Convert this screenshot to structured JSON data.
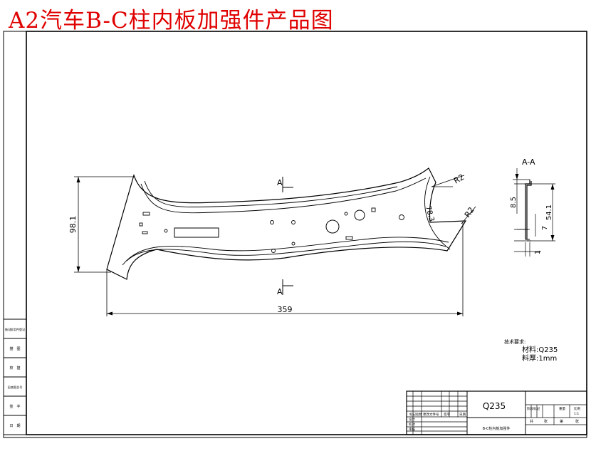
{
  "title": "A2汽车B-C柱内板加强件产品图",
  "drawing": {
    "section_marker": "A",
    "section_label": "A-A",
    "dims": {
      "length": "359",
      "height": "98.1",
      "radius_1": "R2",
      "radius_2": "R2",
      "angle_width": "78.3",
      "sec_height": "54.1",
      "sec_flange": "8.5",
      "sec_offset": "7",
      "sec_thick": "1"
    }
  },
  "tech_notes": {
    "heading": "技术要求:",
    "material": "材料:Q235",
    "thickness": "料厚:1mm"
  },
  "side_column": [
    "借(通)用件登记",
    "描　图",
    "校　描",
    "旧底图总号",
    "签　字",
    "日　期"
  ],
  "title_block": {
    "material_big": "Q235",
    "part_name": "B-C柱内板加强件",
    "sign_row": [
      "标记",
      "处数",
      "更改文件号",
      "签字",
      "日期"
    ],
    "roles": [
      "设计",
      "校对",
      "审核"
    ],
    "stage_labels": [
      "阶段标记",
      "重量",
      "比例"
    ],
    "scale": "1:1",
    "sheet_info": [
      "共",
      "张",
      "第",
      "张"
    ]
  }
}
